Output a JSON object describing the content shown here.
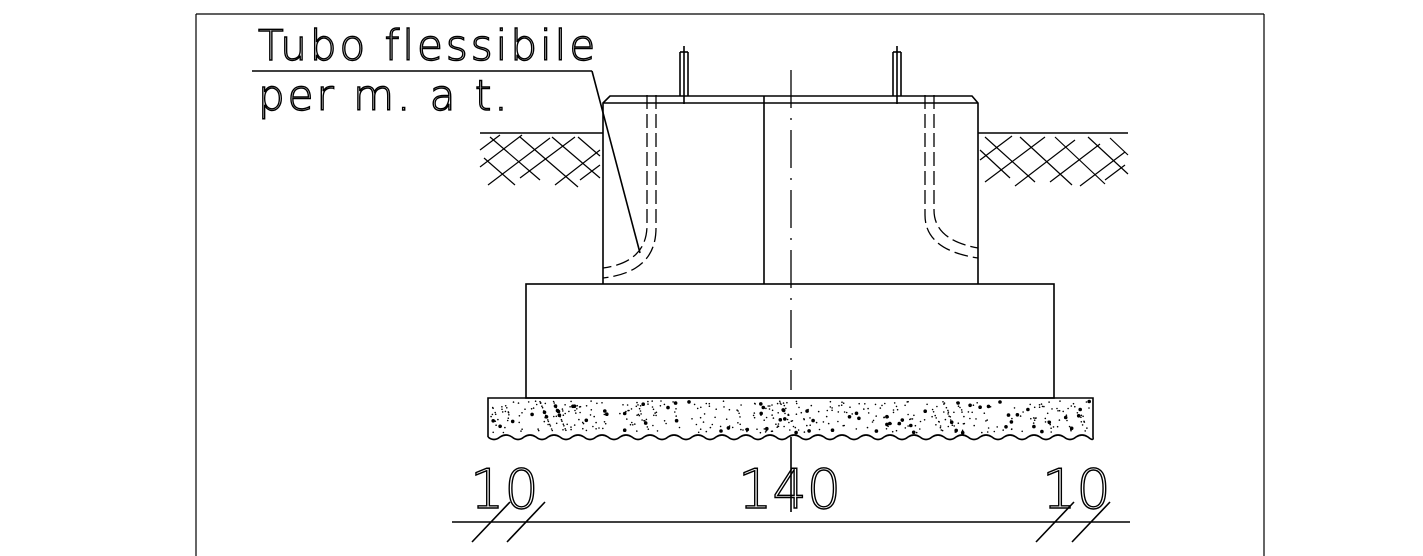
{
  "annotation": {
    "line1": "Tubo flessibile",
    "line2": "per m. a t."
  },
  "dimensions": {
    "left": "10",
    "center": "140",
    "right": "10"
  },
  "colors": {
    "ink": "#000000",
    "paper": "#ffffff"
  }
}
